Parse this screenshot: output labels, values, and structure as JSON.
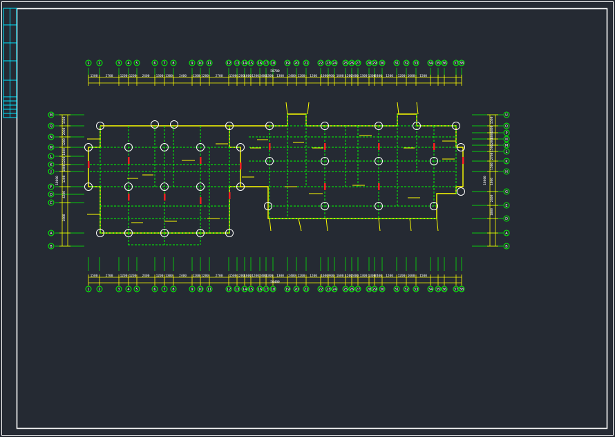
{
  "drawing": {
    "colors": {
      "background": "#252a33",
      "frame": "#ffffff",
      "title_block": "#00e5ff",
      "axis": "#00ff00",
      "wall": "#ffff00",
      "beam": "#00ff00",
      "column": "#ff2020",
      "column_circle": "#ffffff"
    },
    "top_axes": [
      "1",
      "2",
      "3",
      "4",
      "5",
      "6",
      "7",
      "8",
      "9",
      "10",
      "11",
      "12",
      "13",
      "14",
      "15",
      "16",
      "17",
      "18",
      "19",
      "20",
      "21",
      "22",
      "23",
      "24",
      "25",
      "26",
      "27",
      "28",
      "29",
      "30",
      "31",
      "32",
      "33",
      "34",
      "35",
      "36",
      "37",
      "38"
    ],
    "bottom_axes": [
      "1",
      "2",
      "3",
      "4",
      "5",
      "6",
      "7",
      "8",
      "9",
      "10",
      "11",
      "12",
      "13",
      "14",
      "15",
      "16",
      "17",
      "18",
      "19",
      "20",
      "21",
      "22",
      "23",
      "24",
      "25",
      "26",
      "27",
      "28",
      "29",
      "30",
      "31",
      "32",
      "33",
      "34",
      "35",
      "36",
      "37",
      "38"
    ],
    "left_axes": [
      "M",
      "Q",
      "N",
      "M",
      "L",
      "K",
      "J",
      "F",
      "D",
      "C",
      "A",
      "B"
    ],
    "right_axes": [
      "U",
      "Q",
      "P",
      "N",
      "M",
      "L",
      "K",
      "H",
      "G",
      "E",
      "D",
      "A",
      "B"
    ],
    "top_dims": [
      "1500",
      "2700",
      "1200",
      "1200",
      "2400",
      "1300",
      "1300",
      "2400",
      "1200",
      "1200",
      "2700",
      "1500",
      "1200",
      "1600",
      "1200",
      "2400",
      "1300",
      "1300",
      "2400",
      "1200",
      "1200",
      "1600",
      "900",
      "1600",
      "1200",
      "2400",
      "1300",
      "1300",
      "2400",
      "1200",
      "1200",
      "1600",
      "1500"
    ],
    "bottom_dims": [
      "1500",
      "2700",
      "1200",
      "1200",
      "2400",
      "1200",
      "1300",
      "2400",
      "1200",
      "1200",
      "2700",
      "1500",
      "1200",
      "1600",
      "1200",
      "2400",
      "1300",
      "1300",
      "2400",
      "1200",
      "1200",
      "1600",
      "900",
      "1600",
      "1200",
      "2400",
      "1300",
      "1300",
      "2400",
      "1200",
      "1200",
      "1600",
      "1500"
    ],
    "top_total": "50700",
    "bottom_total": "50400",
    "left_dims": [
      "1500",
      "2000",
      "1200",
      "1400",
      "1200",
      "1800",
      "1200",
      "4200",
      "1800"
    ],
    "left_total": "18000",
    "right_dims": [
      "1500",
      "1800",
      "1800",
      "1200",
      "1500",
      "2700",
      "1500",
      "1800",
      "2400",
      "1800"
    ],
    "right_total": "18000"
  }
}
